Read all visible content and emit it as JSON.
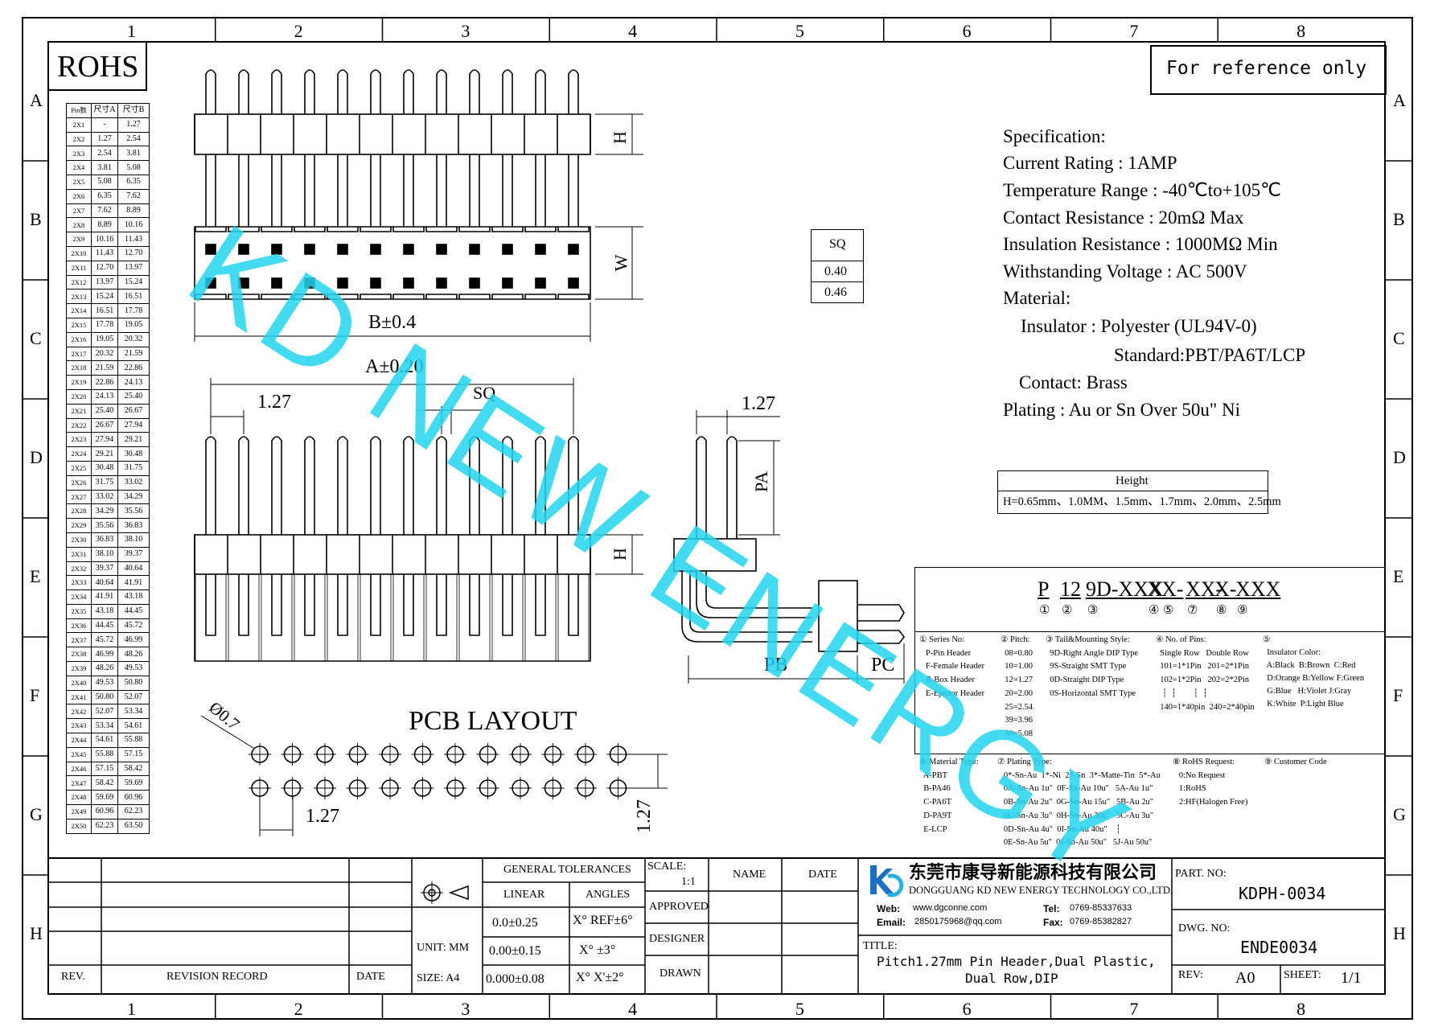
{
  "grid": {
    "columns": [
      "1",
      "2",
      "3",
      "4",
      "5",
      "6",
      "7",
      "8"
    ],
    "rows": [
      "A",
      "B",
      "C",
      "D",
      "E",
      "F",
      "G",
      "H"
    ]
  },
  "rohs_label": "ROHS",
  "reference_note": "For reference only",
  "watermark": "KD NEW ENERGY",
  "pin_table": {
    "headers": [
      "Pin数",
      "尺寸A",
      "尺寸B"
    ],
    "rows": [
      [
        "2X1",
        "-",
        "1.27"
      ],
      [
        "2X2",
        "1.27",
        "2.54"
      ],
      [
        "2X3",
        "2.54",
        "3.81"
      ],
      [
        "2X4",
        "3.81",
        "5.08"
      ],
      [
        "2X5",
        "5.08",
        "6.35"
      ],
      [
        "2X6",
        "6.35",
        "7.62"
      ],
      [
        "2X7",
        "7.62",
        "8.89"
      ],
      [
        "2X8",
        "8.89",
        "10.16"
      ],
      [
        "2X9",
        "10.16",
        "11.43"
      ],
      [
        "2X10",
        "11.43",
        "12.70"
      ],
      [
        "2X11",
        "12.70",
        "13.97"
      ],
      [
        "2X12",
        "13.97",
        "15.24"
      ],
      [
        "2X13",
        "15.24",
        "16.51"
      ],
      [
        "2X14",
        "16.51",
        "17.78"
      ],
      [
        "2X15",
        "17.78",
        "19.05"
      ],
      [
        "2X16",
        "19.05",
        "20.32"
      ],
      [
        "2X17",
        "20.32",
        "21.59"
      ],
      [
        "2X18",
        "21.59",
        "22.86"
      ],
      [
        "2X19",
        "22.86",
        "24.13"
      ],
      [
        "2X20",
        "24.13",
        "25.40"
      ],
      [
        "2X21",
        "25.40",
        "26.67"
      ],
      [
        "2X22",
        "26.67",
        "27.94"
      ],
      [
        "2X23",
        "27.94",
        "29.21"
      ],
      [
        "2X24",
        "29.21",
        "30.48"
      ],
      [
        "2X25",
        "30.48",
        "31.75"
      ],
      [
        "2X26",
        "31.75",
        "33.02"
      ],
      [
        "2X27",
        "33.02",
        "34.29"
      ],
      [
        "2X28",
        "34.29",
        "35.56"
      ],
      [
        "2X29",
        "35.56",
        "36.83"
      ],
      [
        "2X30",
        "36.83",
        "38.10"
      ],
      [
        "2X31",
        "38.10",
        "39.37"
      ],
      [
        "2X32",
        "39.37",
        "40.64"
      ],
      [
        "2X33",
        "40.64",
        "41.91"
      ],
      [
        "2X34",
        "41.91",
        "43.18"
      ],
      [
        "2X35",
        "43.18",
        "44.45"
      ],
      [
        "2X36",
        "44.45",
        "45.72"
      ],
      [
        "2X37",
        "45.72",
        "46.99"
      ],
      [
        "2X38",
        "46.99",
        "48.26"
      ],
      [
        "2X39",
        "48.26",
        "49.53"
      ],
      [
        "2X40",
        "49.53",
        "50.80"
      ],
      [
        "2X41",
        "50.80",
        "52.07"
      ],
      [
        "2X42",
        "52.07",
        "53.34"
      ],
      [
        "2X43",
        "53.34",
        "54.61"
      ],
      [
        "2X44",
        "54.61",
        "55.88"
      ],
      [
        "2X45",
        "55.88",
        "57.15"
      ],
      [
        "2X46",
        "57.15",
        "58.42"
      ],
      [
        "2X47",
        "58.42",
        "59.69"
      ],
      [
        "2X48",
        "59.69",
        "60.96"
      ],
      [
        "2X49",
        "60.96",
        "62.23"
      ],
      [
        "2X50",
        "62.23",
        "63.50"
      ]
    ]
  },
  "dims": {
    "h": "H",
    "w": "W",
    "b": "B±0.4",
    "a": "A±0.20",
    "pitch": "1.27",
    "sq": "SQ",
    "pa": "PA",
    "pb": "PB",
    "pc": "PC",
    "dia": "Ø0.7",
    "pcb_title": "PCB LAYOUT"
  },
  "sq_table": {
    "header": "SQ",
    "values": [
      "0.40",
      "0.46"
    ]
  },
  "spec": {
    "title": "Specification:",
    "current": "Current Rating : 1AMP",
    "temp": "Temperature Range : -40℃to+105℃",
    "contact_res": "Contact Resistance : 20mΩ Max",
    "insul_res": "Insulation Resistance : 1000MΩ Min",
    "voltage": "Withstanding Voltage : AC 500V",
    "material": "Material:",
    "insulator": "Insulator : Polyester (UL94V-0)",
    "standard": "Standard:PBT/PA6T/LCP",
    "contact": "Contact: Brass",
    "plating": "Plating : Au or Sn Over 50u\" Ni"
  },
  "height_box": {
    "header": "Height",
    "value": "H=0.65mm、1.0MM、1.5mm、1.7mm、2.0mm、2.5mm"
  },
  "part_code": {
    "segments": [
      "P",
      "12",
      "9D-XXX",
      "X",
      "X-",
      "XX-",
      "X-",
      "XXX"
    ],
    "markers": [
      "①",
      "②",
      "③",
      "④",
      "⑤",
      "⑦",
      "⑧",
      "⑨"
    ]
  },
  "legend": {
    "series": "① Series No:\n   P-Pin Header\n   F-Female Header\n   B-Box Header\n   E-Ejector Header",
    "pitch": "② Pitch:\n  08=0.80\n  10=1.00\n  12=1.27\n  20=2.00\n  25=2.54\n  39=3.96\n  50=5.08",
    "style": "③ Tail&Mounting Style:\n  9D-Right Angle DIP Type\n  9S-Straight SMT Type\n  0D-Straight DIP Type\n  0S-Horizontal SMT Type",
    "pins": "④ No. of Pins:\n  Single Row   Double Row\n  101=1*1Pin   201=2*1Pin\n  102=1*2Pin   202=2*2Pin\n   ┆  ┆        ┆  ┆\n  140=1*40pin  240=2*40pin",
    "color": "⑤\n  Insulator Color:\n  A:Black  B:Brown  C:Red\n  D:Orange B:Yellow F:Green\n  G:Blue   H:Violet J:Gray\n  K:White  P:Light Blue",
    "material": "⑥ Material Type:\n  A-PBT\n  B-PA46\n  C-PA6T\n  D-PA9T\n  E-LCP",
    "plating": "⑦ Plating Type:\n   0*-Sn-Au  1*-Ni  2*-Sn  3*-Matte-Tin  5*-Au\n   0A-Sn-Au 1u\"  0F-Sn-Au 10u\"   5A-Au 1u\"\n   0B-Sn-Au 2u\"  0G-Sn-Au 15u\"   5B-Au 2u\"\n   0C-Sn-Au 3u\"  0H-Sn-Au 30u\"   5C-Au 3u\"\n   0D-Sn-Au 4u\"  0I-Sn-Au 40u\"    ┆\n   0E-Sn-Au 5u\"  0J-Sn-Au 50u\"   5J-Au 50u\"",
    "rohs": "⑧ RoHS Request:\n   0:No Request\n   1:RoHS\n   2:HF(Halogen Free)",
    "customer": "⑨ Customer Code"
  },
  "title_block": {
    "rev": "REV.",
    "revision_record": "REVISION RECORD",
    "date": "DATE",
    "general_tolerances": "GENERAL TOLERANCES",
    "linear": "LINEAR",
    "angles": "ANGLES",
    "tol_rows": [
      [
        "0.0±0.25",
        "X° REF±6°"
      ],
      [
        "0.00±0.15",
        "X° ±3°"
      ],
      [
        "0.000±0.08",
        "X° X'±2°"
      ]
    ],
    "unit": "UNIT: MM",
    "size": "SIZE: A4",
    "scale_label": "SCALE:",
    "scale_value": "1:1",
    "name": "NAME",
    "date2": "DATE",
    "approved": "APPROVED",
    "designer": "DESIGNER",
    "drawn": "DRAWN",
    "company_cn": "东莞市康导新能源科技有限公司",
    "company_en": "DONGGUANG KD NEW ENERGY TECHNOLOGY CO.,LTD.",
    "web_label": "Web:",
    "web": "www.dgconne.com",
    "tel_label": "Tel:",
    "tel": "0769-85337633",
    "email_label": "Email:",
    "email": "2850175968@qq.com",
    "fax_label": "Fax:",
    "fax": "0769-85382827",
    "title_label": "TITLE:",
    "title_line1": "Pitch1.27mm Pin Header,Dual Plastic,",
    "title_line2": "Dual Row,DIP",
    "part_no_label": "PART. NO:",
    "part_no": "KDPH-0034",
    "dwg_no_label": "DWG. NO:",
    "dwg_no": "ENDE0034",
    "rev_label": "REV:",
    "rev_value": "A0",
    "sheet_label": "SHEET:",
    "sheet_value": "1/1"
  }
}
